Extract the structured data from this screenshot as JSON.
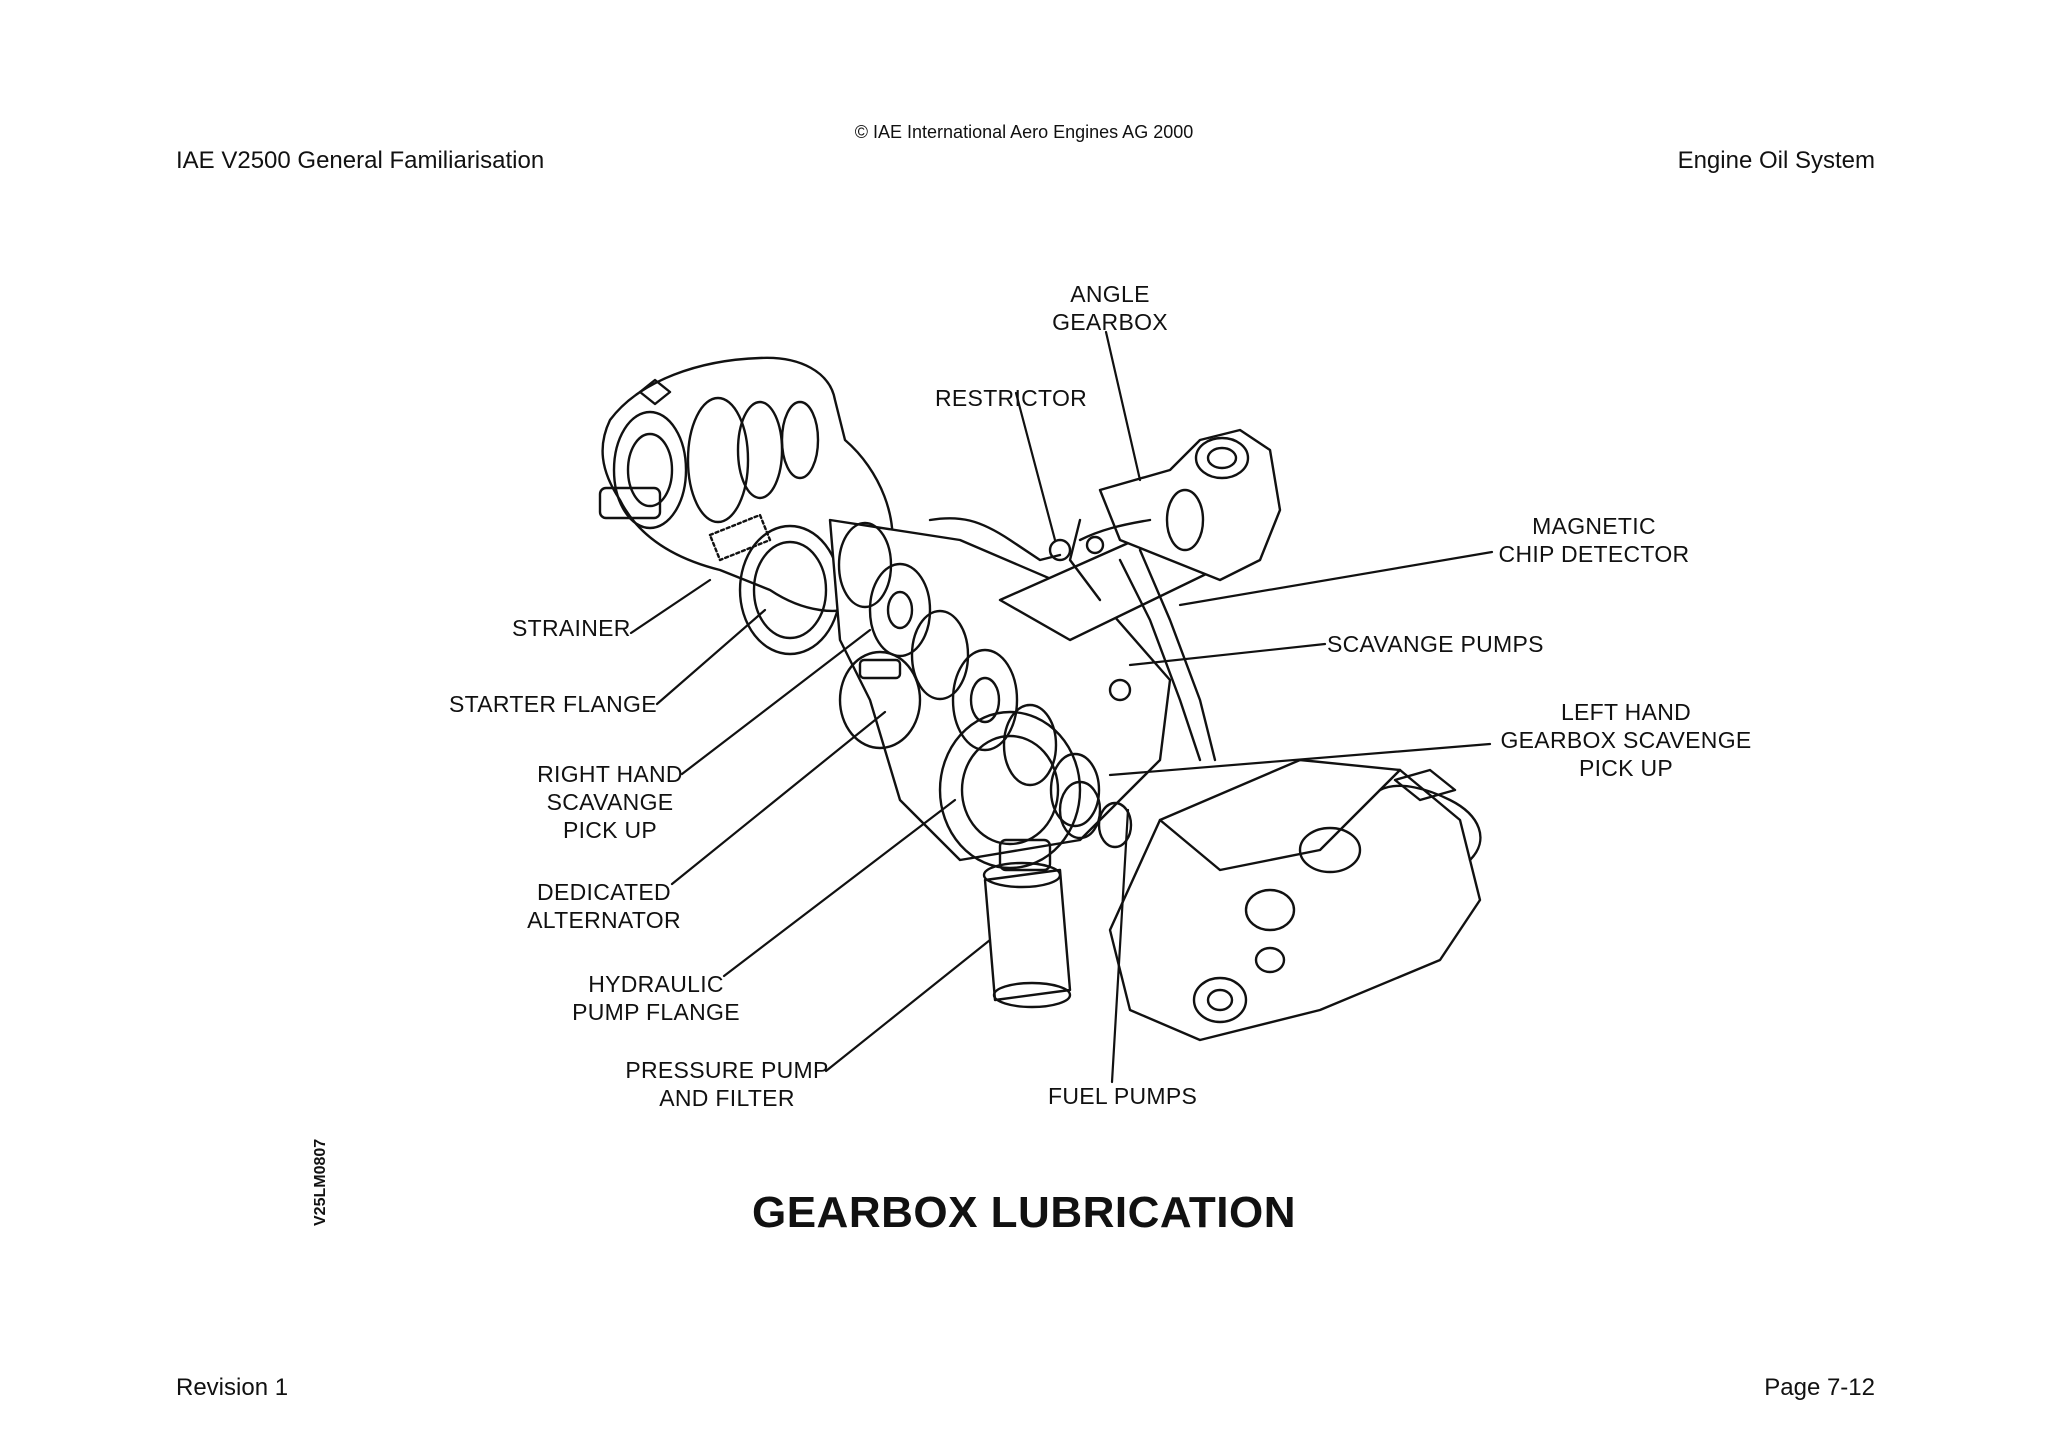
{
  "header": {
    "left": "IAE V2500 General Familiarisation",
    "copyright": "© IAE International Aero Engines AG 2000",
    "right": "Engine Oil System"
  },
  "diagram": {
    "labels": {
      "angle_gearbox": [
        "ANGLE",
        "GEARBOX"
      ],
      "restrictor": [
        "RESTRICTOR"
      ],
      "magnetic_chip_detector": [
        "MAGNETIC",
        "CHIP DETECTOR"
      ],
      "scavange_pumps": [
        "SCAVANGE PUMPS"
      ],
      "left_hand_scavenge": [
        "LEFT HAND",
        "GEARBOX SCAVENGE",
        "PICK UP"
      ],
      "strainer": [
        "STRAINER"
      ],
      "starter_flange": [
        "STARTER FLANGE"
      ],
      "right_hand_scavange": [
        "RIGHT HAND",
        "SCAVANGE",
        "PICK UP"
      ],
      "dedicated_alternator": [
        "DEDICATED",
        "ALTERNATOR"
      ],
      "hydraulic_pump_flange": [
        "HYDRAULIC",
        "PUMP FLANGE"
      ],
      "pressure_pump": [
        "PRESSURE PUMP",
        "AND FILTER"
      ],
      "fuel_pumps": [
        "FUEL PUMPS"
      ]
    },
    "drawing_code": "V25LM0807",
    "title": "GEARBOX LUBRICATION"
  },
  "footer": {
    "left": "Revision 1",
    "right": "Page 7-12"
  }
}
